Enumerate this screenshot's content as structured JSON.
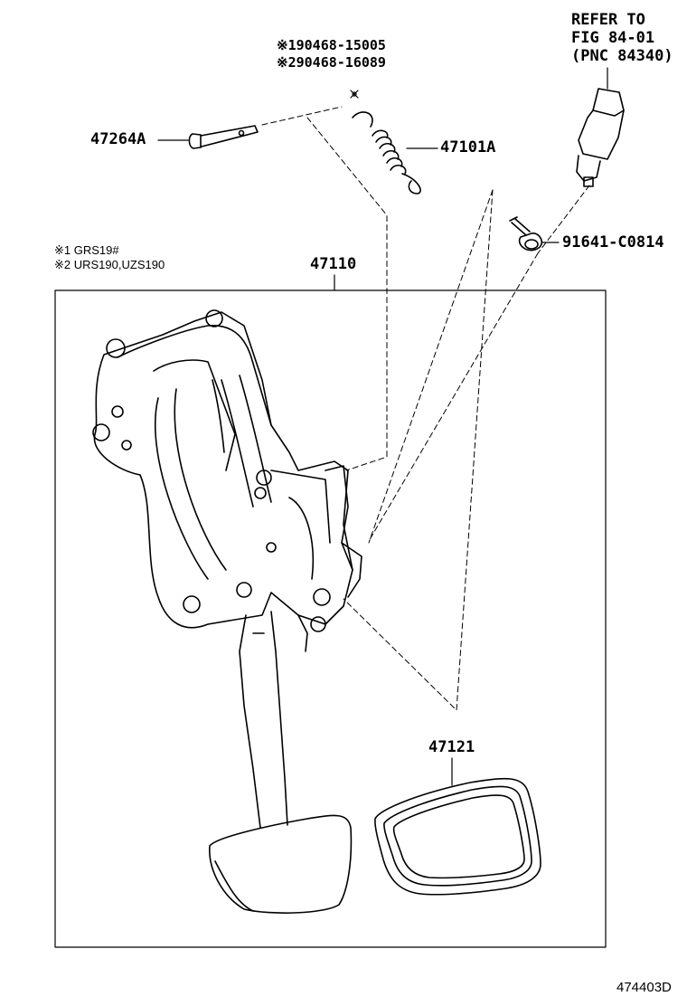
{
  "labels": {
    "refer_line1": "REFER TO",
    "refer_line2": "FIG 84-01",
    "refer_line3": "(PNC 84340)",
    "note_part1": "※190468-15005",
    "note_part2": "※290468-16089",
    "pin": "47264A",
    "spring": "47101A",
    "bolt": "91641-C0814",
    "legend1": "※1 GRS19#",
    "legend2": "※2 URS190,UZS190",
    "bracket_assy": "47110",
    "pedal_pad": "47121",
    "figure_code": "474403D"
  }
}
